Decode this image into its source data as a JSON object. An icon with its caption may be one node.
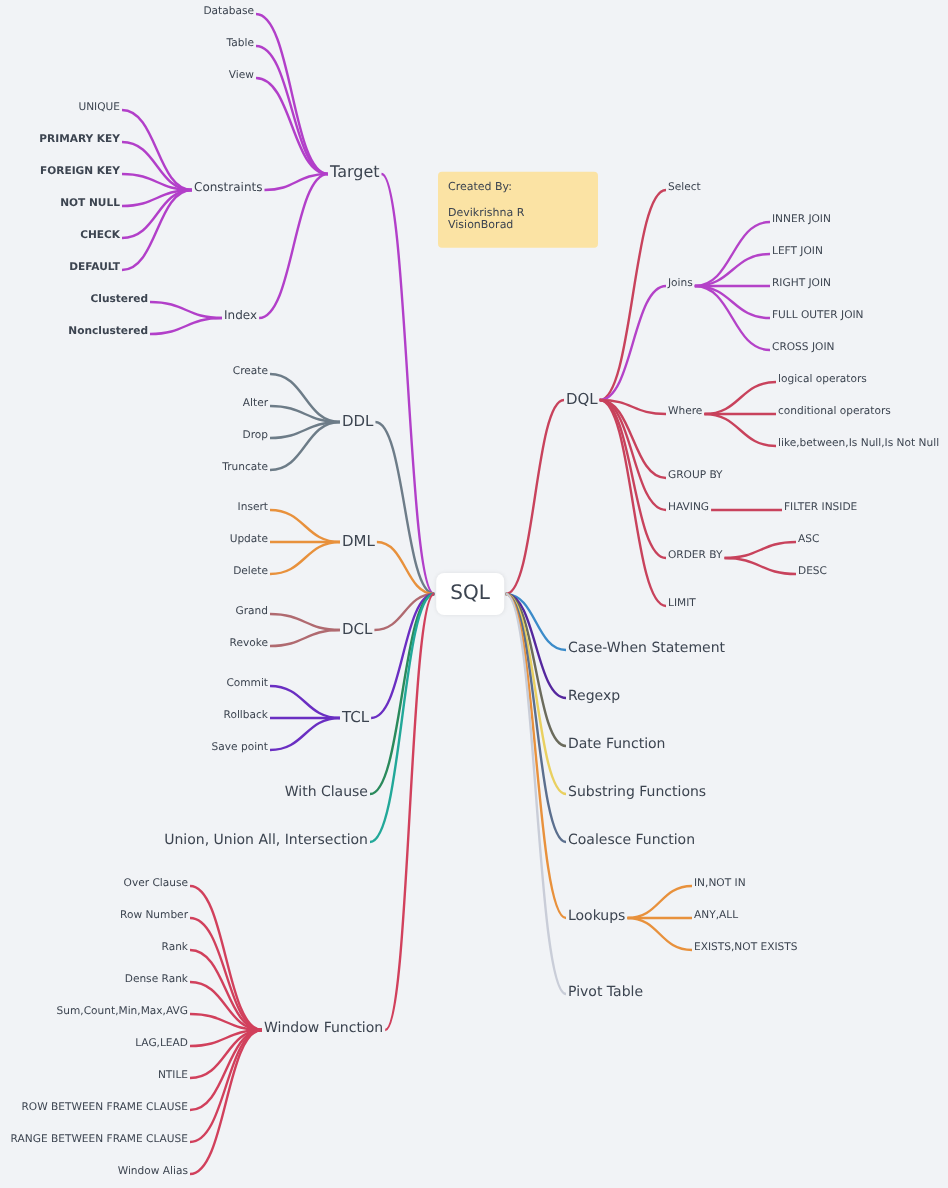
{
  "diagram": {
    "nodes": [
      {
        "text": [
          "Target"
        ]
      },
      {
        "text": [
          "Database"
        ]
      },
      {
        "text": [
          "Table"
        ]
      },
      {
        "text": [
          "View"
        ]
      },
      {
        "text": [
          "Constraints"
        ]
      },
      {
        "text": [
          "UNIQUE"
        ]
      },
      {
        "text": [
          "PRIMARY KEY"
        ]
      },
      {
        "text": [
          "FOREIGN KEY"
        ]
      },
      {
        "text": [
          "NOT NULL"
        ]
      },
      {
        "text": [
          "CHECK"
        ]
      },
      {
        "text": [
          "DEFAULT"
        ]
      },
      {
        "text": [
          "Index"
        ]
      },
      {
        "text": [
          "Clustered"
        ]
      },
      {
        "text": [
          "Nonclustered"
        ]
      },
      {
        "text": [
          "Created By:",
          "Devikrishna R VisionBorad"
        ]
      },
      {
        "text": [
          "DDL"
        ]
      },
      {
        "text": [
          "Create"
        ]
      },
      {
        "text": [
          "Alter"
        ]
      },
      {
        "text": [
          "Drop"
        ]
      },
      {
        "text": [
          "Truncate"
        ]
      },
      {
        "text": [
          "DML"
        ]
      },
      {
        "text": [
          "Insert"
        ]
      },
      {
        "text": [
          "Update"
        ]
      },
      {
        "text": [
          "Delete"
        ]
      },
      {
        "text": [
          "DCL"
        ]
      },
      {
        "text": [
          "Grand"
        ]
      },
      {
        "text": [
          "Revoke"
        ]
      },
      {
        "text": [
          "TCL"
        ]
      },
      {
        "text": [
          "Commit"
        ]
      },
      {
        "text": [
          "Rollback"
        ]
      },
      {
        "text": [
          "Save point"
        ]
      },
      {
        "text": [
          "With Clause"
        ]
      },
      {
        "text": [
          "Union, Union All, Intersection"
        ]
      },
      {
        "text": [
          "Window Function"
        ]
      },
      {
        "text": [
          "Over Clause"
        ]
      },
      {
        "text": [
          "Row Number"
        ]
      },
      {
        "text": [
          "Rank"
        ]
      },
      {
        "text": [
          "Dense Rank"
        ]
      },
      {
        "text": [
          "Sum,Count,Min,Max,AVG"
        ]
      },
      {
        "text": [
          "LAG,LEAD"
        ]
      },
      {
        "text": [
          "NTILE"
        ]
      },
      {
        "text": [
          "ROW BETWEEN FRAME CLAUSE"
        ]
      },
      {
        "text": [
          "RANGE BETWEEN FRAME CLAUSE"
        ]
      },
      {
        "text": [
          "Window Alias"
        ]
      },
      {
        "text": [
          "SQL"
        ]
      },
      {
        "text": [
          "DQL"
        ]
      },
      {
        "text": [
          "Select"
        ]
      },
      {
        "text": [
          "Joins"
        ]
      },
      {
        "text": [
          "INNER JOIN"
        ]
      },
      {
        "text": [
          "LEFT JOIN"
        ]
      },
      {
        "text": [
          "RIGHT JOIN"
        ]
      },
      {
        "text": [
          "FULL OUTER JOIN"
        ]
      },
      {
        "text": [
          "CROSS JOIN"
        ]
      },
      {
        "text": [
          "Where"
        ]
      },
      {
        "text": [
          "logical operators"
        ]
      },
      {
        "text": [
          "conditional operators"
        ]
      },
      {
        "text": [
          "like,between,Is Null,Is Not Null"
        ]
      },
      {
        "text": [
          "GROUP BY"
        ]
      },
      {
        "text": [
          "HAVING"
        ]
      },
      {
        "text": [
          "FILTER INSIDE"
        ]
      },
      {
        "text": [
          "ORDER BY"
        ]
      },
      {
        "text": [
          "ASC"
        ]
      },
      {
        "text": [
          "DESC"
        ]
      },
      {
        "text": [
          "LIMIT"
        ]
      },
      {
        "text": [
          "Case-When Statement"
        ]
      },
      {
        "text": [
          "Regexp"
        ]
      },
      {
        "text": [
          "Date Function"
        ]
      },
      {
        "text": [
          "Substring Functions"
        ]
      },
      {
        "text": [
          "Coalesce Function"
        ]
      },
      {
        "text": [
          "Lookups"
        ]
      },
      {
        "text": [
          "IN,NOT IN"
        ]
      },
      {
        "text": [
          "ANY,ALL"
        ]
      },
      {
        "text": [
          "EXISTS,NOT EXISTS"
        ]
      },
      {
        "text": [
          "Pivot Table"
        ]
      }
    ],
    "edges": [
      {
        "from": 44,
        "to": 0,
        "arrow": "none",
        "color": "#b23fc9"
      },
      {
        "from": 0,
        "to": 1,
        "arrow": "none",
        "color": "#b23fc9"
      },
      {
        "from": 0,
        "to": 2,
        "arrow": "none",
        "color": "#b23fc9"
      },
      {
        "from": 0,
        "to": 3,
        "arrow": "none",
        "color": "#b23fc9"
      },
      {
        "from": 0,
        "to": 4,
        "arrow": "none",
        "color": "#b23fc9"
      },
      {
        "from": 4,
        "to": 5,
        "arrow": "none",
        "color": "#b23fc9"
      },
      {
        "from": 4,
        "to": 6,
        "arrow": "none",
        "color": "#b23fc9"
      },
      {
        "from": 4,
        "to": 7,
        "arrow": "none",
        "color": "#b23fc9"
      },
      {
        "from": 4,
        "to": 8,
        "arrow": "none",
        "color": "#b23fc9"
      },
      {
        "from": 4,
        "to": 9,
        "arrow": "none",
        "color": "#b23fc9"
      },
      {
        "from": 4,
        "to": 10,
        "arrow": "none",
        "color": "#b23fc9"
      },
      {
        "from": 0,
        "to": 11,
        "arrow": "none",
        "color": "#b23fc9"
      },
      {
        "from": 11,
        "to": 12,
        "arrow": "none",
        "color": "#b23fc9"
      },
      {
        "from": 11,
        "to": 13,
        "arrow": "none",
        "color": "#b23fc9"
      },
      {
        "from": 44,
        "to": 15,
        "arrow": "none",
        "color": "#6d7c88"
      },
      {
        "from": 15,
        "to": 16,
        "arrow": "none",
        "color": "#6d7c88"
      },
      {
        "from": 15,
        "to": 17,
        "arrow": "none",
        "color": "#6d7c88"
      },
      {
        "from": 15,
        "to": 18,
        "arrow": "none",
        "color": "#6d7c88"
      },
      {
        "from": 15,
        "to": 19,
        "arrow": "none",
        "color": "#6d7c88"
      },
      {
        "from": 44,
        "to": 20,
        "arrow": "none",
        "color": "#e8913c"
      },
      {
        "from": 20,
        "to": 21,
        "arrow": "none",
        "color": "#e8913c"
      },
      {
        "from": 20,
        "to": 22,
        "arrow": "none",
        "color": "#e8913c"
      },
      {
        "from": 20,
        "to": 23,
        "arrow": "none",
        "color": "#e8913c"
      },
      {
        "from": 44,
        "to": 24,
        "arrow": "none",
        "color": "#b06a70"
      },
      {
        "from": 24,
        "to": 25,
        "arrow": "none",
        "color": "#b06a70"
      },
      {
        "from": 24,
        "to": 26,
        "arrow": "none",
        "color": "#b06a70"
      },
      {
        "from": 44,
        "to": 27,
        "arrow": "none",
        "color": "#6a2ec2"
      },
      {
        "from": 27,
        "to": 28,
        "arrow": "none",
        "color": "#6a2ec2"
      },
      {
        "from": 27,
        "to": 29,
        "arrow": "none",
        "color": "#6a2ec2"
      },
      {
        "from": 27,
        "to": 30,
        "arrow": "none",
        "color": "#6a2ec2"
      },
      {
        "from": 44,
        "to": 31,
        "arrow": "none",
        "color": "#2a8a5c"
      },
      {
        "from": 44,
        "to": 32,
        "arrow": "none",
        "color": "#22a899"
      },
      {
        "from": 44,
        "to": 33,
        "arrow": "none",
        "color": "#d1405c"
      },
      {
        "from": 33,
        "to": 34,
        "arrow": "none",
        "color": "#d1405c"
      },
      {
        "from": 33,
        "to": 35,
        "arrow": "none",
        "color": "#d1405c"
      },
      {
        "from": 33,
        "to": 36,
        "arrow": "none",
        "color": "#d1405c"
      },
      {
        "from": 33,
        "to": 37,
        "arrow": "none",
        "color": "#d1405c"
      },
      {
        "from": 33,
        "to": 38,
        "arrow": "none",
        "color": "#d1405c"
      },
      {
        "from": 33,
        "to": 39,
        "arrow": "none",
        "color": "#d1405c"
      },
      {
        "from": 33,
        "to": 40,
        "arrow": "none",
        "color": "#d1405c"
      },
      {
        "from": 33,
        "to": 41,
        "arrow": "none",
        "color": "#d1405c"
      },
      {
        "from": 33,
        "to": 42,
        "arrow": "none",
        "color": "#d1405c"
      },
      {
        "from": 33,
        "to": 43,
        "arrow": "none",
        "color": "#d1405c"
      },
      {
        "from": 44,
        "to": 45,
        "arrow": "none",
        "color": "#c8425c"
      },
      {
        "from": 45,
        "to": 46,
        "arrow": "none",
        "color": "#c8425c"
      },
      {
        "from": 45,
        "to": 47,
        "arrow": "none",
        "color": "#b442c8"
      },
      {
        "from": 47,
        "to": 48,
        "arrow": "none",
        "color": "#b442c8"
      },
      {
        "from": 47,
        "to": 49,
        "arrow": "none",
        "color": "#b442c8"
      },
      {
        "from": 47,
        "to": 50,
        "arrow": "none",
        "color": "#b442c8"
      },
      {
        "from": 47,
        "to": 51,
        "arrow": "none",
        "color": "#b442c8"
      },
      {
        "from": 47,
        "to": 52,
        "arrow": "none",
        "color": "#b442c8"
      },
      {
        "from": 45,
        "to": 53,
        "arrow": "none",
        "color": "#c8425c"
      },
      {
        "from": 53,
        "to": 54,
        "arrow": "none",
        "color": "#c8425c"
      },
      {
        "from": 53,
        "to": 55,
        "arrow": "none",
        "color": "#c8425c"
      },
      {
        "from": 53,
        "to": 56,
        "arrow": "none",
        "color": "#c8425c"
      },
      {
        "from": 45,
        "to": 57,
        "arrow": "none",
        "color": "#c8425c"
      },
      {
        "from": 45,
        "to": 58,
        "arrow": "none",
        "color": "#c8425c"
      },
      {
        "from": 58,
        "to": 59,
        "arrow": "none",
        "color": "#c8425c"
      },
      {
        "from": 45,
        "to": 60,
        "arrow": "none",
        "color": "#c8425c"
      },
      {
        "from": 60,
        "to": 61,
        "arrow": "none",
        "color": "#c8425c"
      },
      {
        "from": 60,
        "to": 62,
        "arrow": "none",
        "color": "#c8425c"
      },
      {
        "from": 45,
        "to": 63,
        "arrow": "none",
        "color": "#c8425c"
      },
      {
        "from": 44,
        "to": 64,
        "arrow": "none",
        "color": "#3b8bc9"
      },
      {
        "from": 44,
        "to": 65,
        "arrow": "none",
        "color": "#55279e"
      },
      {
        "from": 44,
        "to": 66,
        "arrow": "none",
        "color": "#6b6b5c"
      },
      {
        "from": 44,
        "to": 67,
        "arrow": "none",
        "color": "#e9d060"
      },
      {
        "from": 44,
        "to": 68,
        "arrow": "none",
        "color": "#5b6f8e"
      },
      {
        "from": 44,
        "to": 69,
        "arrow": "none",
        "color": "#e8913c"
      },
      {
        "from": 69,
        "to": 70,
        "arrow": "none",
        "color": "#e8913c"
      },
      {
        "from": 69,
        "to": 71,
        "arrow": "none",
        "color": "#e8913c"
      },
      {
        "from": 69,
        "to": 72,
        "arrow": "none",
        "color": "#e8913c"
      },
      {
        "from": 44,
        "to": 73,
        "arrow": "none",
        "color": "#c9cdd8"
      }
    ]
  }
}
